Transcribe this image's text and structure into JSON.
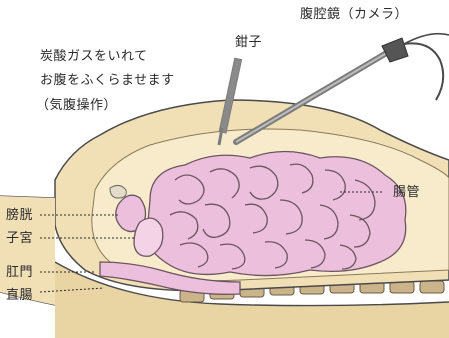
{
  "labels": {
    "laparoscope": "腹腔鏡（カメラ）",
    "forceps": "鉗子",
    "gas_line1": "炭酸ガスをいれて",
    "gas_line2": "お腹をふくらませます",
    "gas_line3": "（気腹操作）",
    "intestine": "腸管",
    "bladder": "膀胱",
    "uterus": "子宮",
    "anus": "肛門",
    "rectum": "直腸"
  },
  "colors": {
    "skin": "#f1dfb5",
    "skin_dark": "#d8c08c",
    "intestine": "#ecc0dc",
    "intestine_outline": "#6b5560",
    "outline": "#4a4a4a",
    "instrument": "#7c7c7c"
  }
}
